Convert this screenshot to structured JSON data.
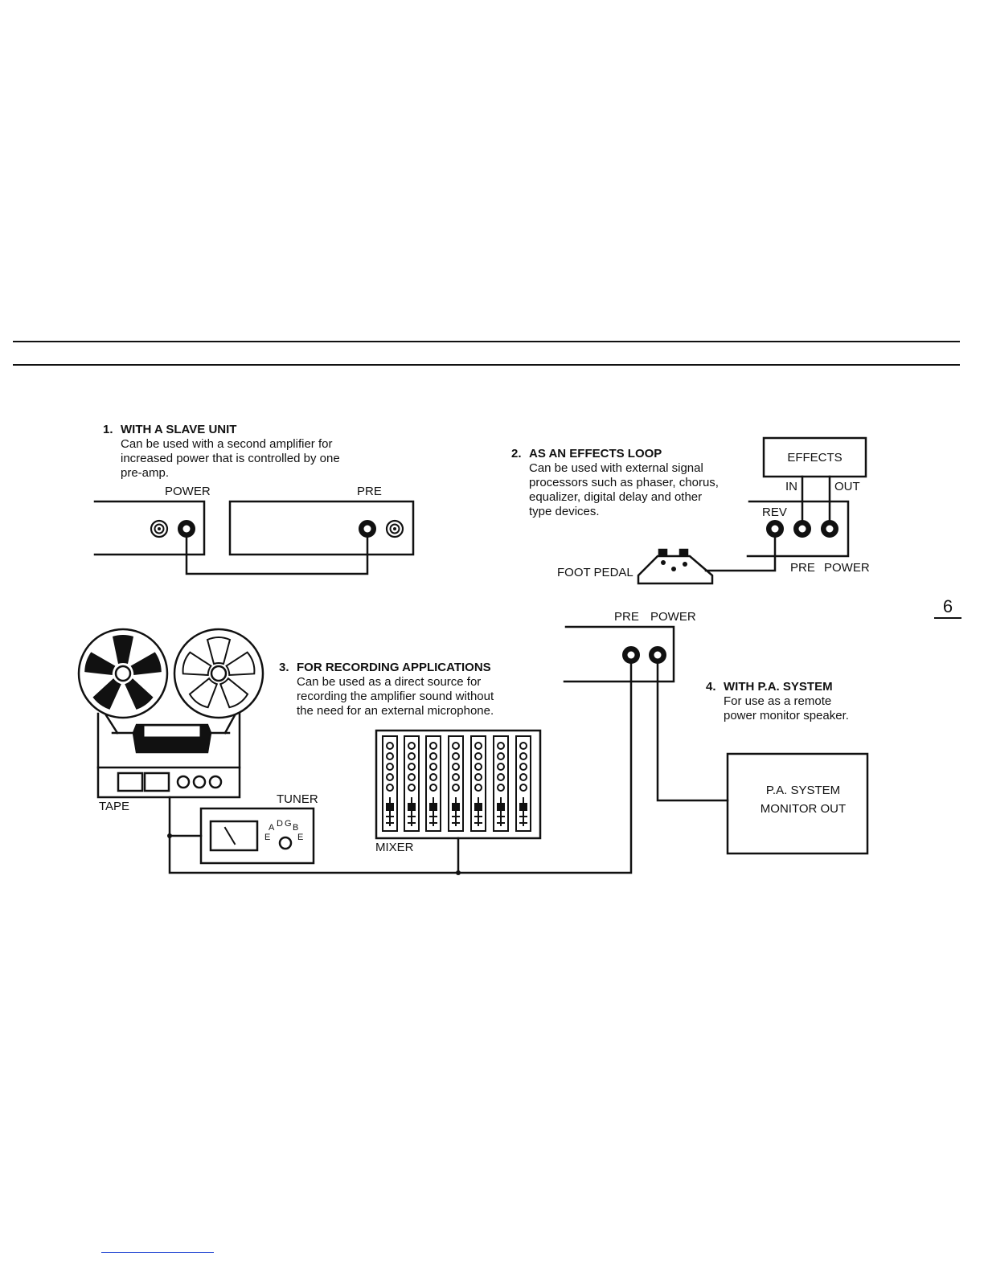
{
  "page_number": "6",
  "sections": [
    {
      "number": "1.",
      "title": "WITH A SLAVE UNIT",
      "body": "Can be used with a second amplifier for\nincreased power that is controlled by one\npre-amp."
    },
    {
      "number": "2.",
      "title": "AS AN EFFECTS LOOP",
      "body": "Can be used with external signal\nprocessors such as phaser, chorus,\nequalizer, digital delay and other\ntype devices."
    },
    {
      "number": "3.",
      "title": "FOR RECORDING APPLICATIONS",
      "body": "Can be used as a direct source for\nrecording the amplifier sound without\nthe need for an external microphone."
    },
    {
      "number": "4.",
      "title": "WITH P.A. SYSTEM",
      "body": "For use as a remote\npower monitor speaker."
    }
  ],
  "labels": {
    "power_1": "POWER",
    "pre_1": "PRE",
    "effects": "EFFECTS",
    "in": "IN",
    "out": "OUT",
    "rev": "REV",
    "foot_pedal": "FOOT PEDAL",
    "pre_2": "PRE",
    "power_2": "POWER",
    "pre_3": "PRE",
    "power_3": "POWER",
    "tape": "TAPE",
    "tuner": "TUNER",
    "tuner_strings": [
      "A",
      "D",
      "G",
      "B",
      "E",
      "E"
    ],
    "mixer": "MIXER",
    "pa_system": "P.A. SYSTEM\nMONITOR OUT"
  }
}
